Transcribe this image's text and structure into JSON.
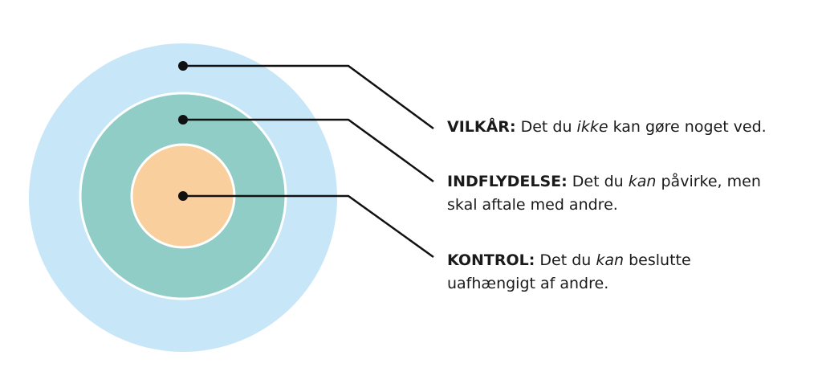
{
  "colors": {
    "outer_ring": "#c7e6f8",
    "middle_ring": "#8fcdc6",
    "inner_circle": "#f9d09d",
    "ring_border": "#ffffff",
    "leader": "#111111"
  },
  "rings": [
    {
      "key": "vilkar",
      "term": "VILKÅR:",
      "text_before": " Det du ",
      "emphasis": "ikke",
      "text_after": " kan gøre noget ved."
    },
    {
      "key": "indflydelse",
      "term": "INDFLYDELSE:",
      "text_before": " Det du ",
      "emphasis": "kan",
      "text_after": " påvirke, men",
      "text_line2": "skal aftale med andre."
    },
    {
      "key": "kontrol",
      "term": "KONTROL:",
      "text_before": " Det du ",
      "emphasis": "kan",
      "text_after": " beslutte",
      "text_line2": "uafhængigt af andre."
    }
  ]
}
